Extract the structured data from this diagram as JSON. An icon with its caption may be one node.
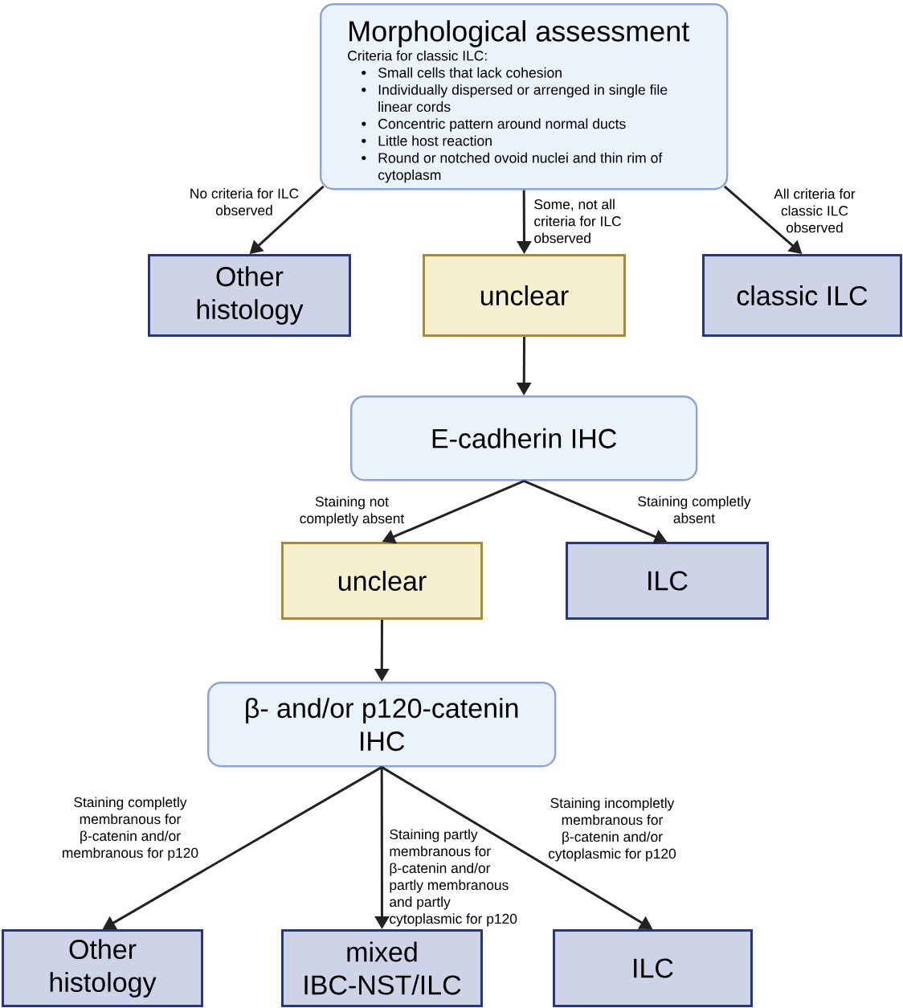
{
  "diagram": {
    "nodes": [
      {
        "text": [
          "Morphological assessment",
          "Criteria for classic ILC:",
          "Small cells that lack cohesion",
          "Individually dispersed or arrenged in single file linear cords",
          "Concentric pattern around normal ducts",
          "Little host reaction",
          "Round or notched ovoid nuclei and thin rim of cytoplasm"
        ]
      },
      {
        "text": [
          "Other histology"
        ]
      },
      {
        "text": [
          "unclear"
        ]
      },
      {
        "text": [
          "classic ILC"
        ]
      },
      {
        "text": [
          "E-cadherin IHC"
        ]
      },
      {
        "text": [
          "unclear"
        ]
      },
      {
        "text": [
          "ILC"
        ]
      },
      {
        "text": [
          "β- and/or p120-catenin IHC"
        ]
      },
      {
        "text": [
          "Other histology"
        ]
      },
      {
        "text": [
          "mixed IBC-NST/ILC"
        ]
      },
      {
        "text": [
          "ILC"
        ]
      }
    ],
    "edges": [
      {
        "from": 0,
        "to": 1,
        "arrow": "to",
        "label": "No criteria for ILC observed"
      },
      {
        "from": 0,
        "to": 2,
        "arrow": "to",
        "label": "Some, not all criteria for ILC observed"
      },
      {
        "from": 0,
        "to": 3,
        "arrow": "to",
        "label": "All criteria for classic ILC observed"
      },
      {
        "from": 2,
        "to": 4,
        "arrow": "to"
      },
      {
        "from": 4,
        "to": 5,
        "arrow": "to",
        "label": "Staining not completly absent"
      },
      {
        "from": 4,
        "to": 6,
        "arrow": "to",
        "label": "Staining completly absent"
      },
      {
        "from": 5,
        "to": 7,
        "arrow": "to"
      },
      {
        "from": 7,
        "to": 8,
        "arrow": "to",
        "label": "Staining completly membranous for β-catenin and/or membranous for p120"
      },
      {
        "from": 7,
        "to": 9,
        "arrow": "to",
        "label": "Staining partly membranous for β-catenin and/or partly membranous and partly cytoplasmic for p120"
      },
      {
        "from": 7,
        "to": 10,
        "arrow": "to",
        "label": "Staining incompletly membranous for β-catenin and/or cytoplasmic for p120"
      }
    ]
  }
}
